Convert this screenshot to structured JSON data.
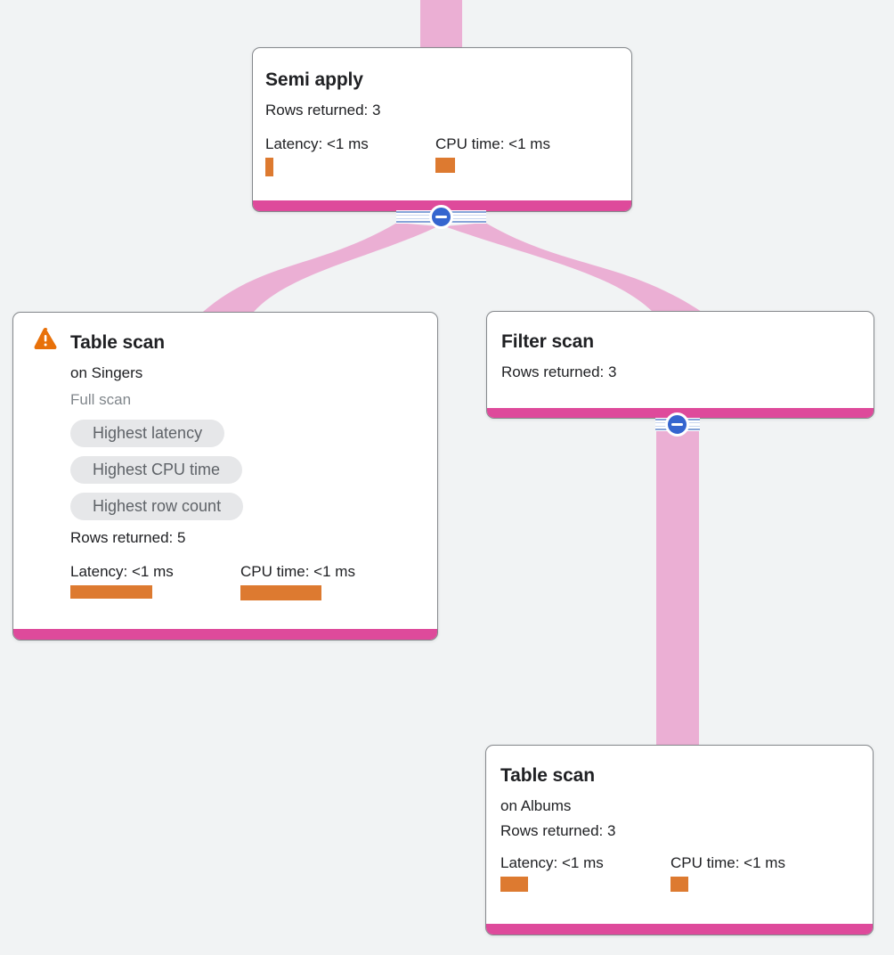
{
  "diagram": "query-execution-plan",
  "colors": {
    "background": "#f1f3f4",
    "edge_pink": "#ebafd4",
    "node_bottom_bar_magenta": "#de4a9b",
    "metric_bar_orange": "#dd7a30",
    "collapse_button_blue": "#3565cf",
    "stripe_blue": "#87a4d8",
    "warning_orange": "#e8710a",
    "chip_bg": "#e6e7e9",
    "chip_text": "#5f6368"
  },
  "nodes": {
    "semi_apply": {
      "title": "Semi apply",
      "rows": "Rows returned: 3",
      "latency_label": "Latency: <1 ms",
      "cpu_label": "CPU time: <1 ms",
      "latency_bar": {
        "w": 9,
        "h": 21
      },
      "cpu_bar": {
        "w": 22,
        "h": 17
      }
    },
    "table_scan_singers": {
      "title": "Table scan",
      "subtitle": "on Singers",
      "scan_type": "Full scan",
      "warning": "warning",
      "chips": [
        "Highest latency",
        "Highest CPU time",
        "Highest row count"
      ],
      "rows": "Rows returned: 5",
      "latency_label": "Latency: <1 ms",
      "cpu_label": "CPU time: <1 ms",
      "latency_bar": {
        "w": 92,
        "h": 15
      },
      "cpu_bar": {
        "w": 91,
        "h": 17
      }
    },
    "filter_scan": {
      "title": "Filter scan",
      "rows": "Rows returned: 3"
    },
    "table_scan_albums": {
      "title": "Table scan",
      "subtitle": "on Albums",
      "rows": "Rows returned: 3",
      "latency_label": "Latency: <1 ms",
      "cpu_label": "CPU time: <1 ms",
      "latency_bar": {
        "w": 31,
        "h": 17
      },
      "cpu_bar": {
        "w": 20,
        "h": 17
      }
    }
  },
  "edges": [
    {
      "from": "(parent)",
      "to": "Semi apply"
    },
    {
      "from": "Semi apply",
      "to": "Table scan (Singers)"
    },
    {
      "from": "Semi apply",
      "to": "Filter scan"
    },
    {
      "from": "Filter scan",
      "to": "Table scan (Albums)"
    }
  ]
}
